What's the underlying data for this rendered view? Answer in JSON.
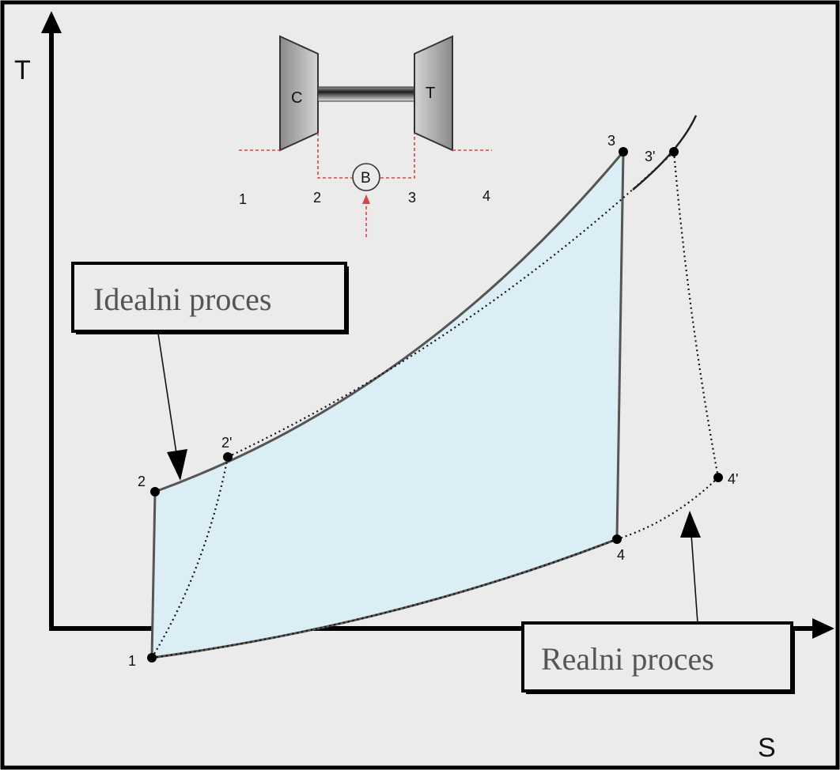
{
  "axes": {
    "y_label": "T",
    "x_label": "S"
  },
  "schematic": {
    "compressor_label": "C",
    "turbine_label": "T",
    "burner_label": "B",
    "station_labels": [
      "1",
      "2",
      "3",
      "4"
    ]
  },
  "points": {
    "p1": "1",
    "p2": "2",
    "p2p": "2'",
    "p3": "3",
    "p3p": "3'",
    "p4": "4",
    "p4p": "4'"
  },
  "callouts": {
    "ideal": "Idealni proces",
    "real": "Realni proces"
  },
  "colors": {
    "background": "#ebebeb",
    "cycle_fill": "#dbeef5",
    "line": "#505050",
    "schematic_flow": "#e0424a"
  }
}
